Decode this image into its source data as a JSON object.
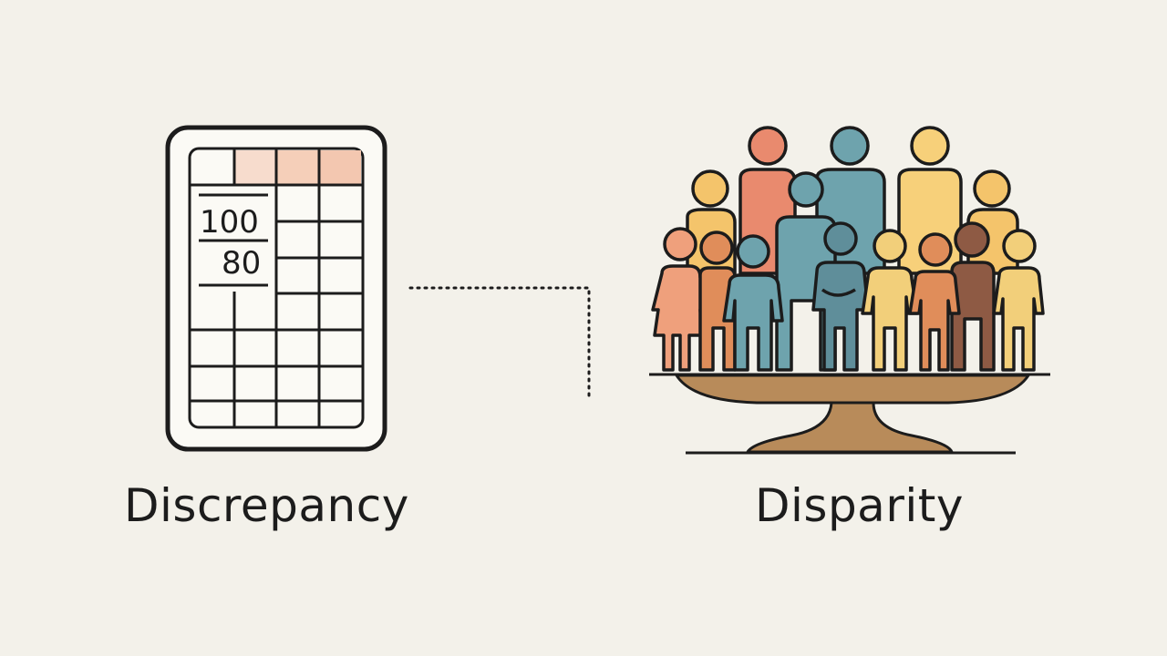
{
  "spreadsheet": {
    "value_top": "100",
    "value_bottom": "80"
  },
  "captions": {
    "left": "Discrepancy",
    "right": "Disparity"
  },
  "colors": {
    "background": "#f3f1ea",
    "outline": "#1c1c1c",
    "header_cells": [
      "#f7dccd",
      "#f5cfb9",
      "#f3c7b0"
    ],
    "connector": "#1c1c1c",
    "scale_fill": "#b88b5a",
    "people": [
      "#e98a6e",
      "#6ea3ad",
      "#f4c46b",
      "#f0b08a",
      "#5f8e9a",
      "#f7d07a",
      "#e08d5a",
      "#8e5a44",
      "#f2cf7a",
      "#efa07c"
    ]
  },
  "icons": [
    "spreadsheet-icon",
    "people-group-icon",
    "balance-scale-icon"
  ]
}
